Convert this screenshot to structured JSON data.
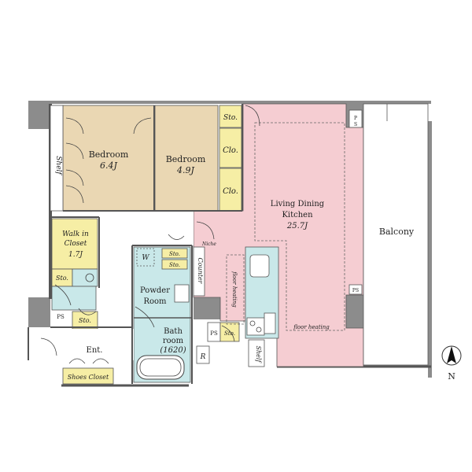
{
  "rooms": {
    "bedroom1": {
      "name": "Bedroom",
      "size": "6.4J"
    },
    "bedroom2": {
      "name": "Bedroom",
      "size": "4.9J"
    },
    "ldk": {
      "line1": "Living Dining",
      "line2": "Kitchen",
      "size": "25.7J"
    },
    "balcony": "Balcony",
    "walk_in_closet": {
      "line1": "Walk in",
      "line2": "Closet",
      "size": "1.7J"
    },
    "powder_room": {
      "line1": "Powder",
      "line2": "Room"
    },
    "bath": {
      "line1": "Bath",
      "line2": "room",
      "size": "(1620)"
    },
    "entrance": "Ent.",
    "shoes_closet": "Shoes Closet"
  },
  "labels": {
    "sto": "Sto.",
    "clo": "Clo.",
    "shelf": "Shelf",
    "ps": "PS",
    "ps_stack": [
      "P",
      "S"
    ],
    "niche": "Niche",
    "counter": "Counter",
    "floor_heating": "floor heating",
    "w": "W",
    "r": "R"
  },
  "compass": {
    "letter": "N"
  },
  "colors": {
    "bedroom": "#ead7b3",
    "ldk": "#f5cdd2",
    "wet": "#c9e8e9",
    "storage": "#f6eea5",
    "wall": "#8c8c8c"
  }
}
